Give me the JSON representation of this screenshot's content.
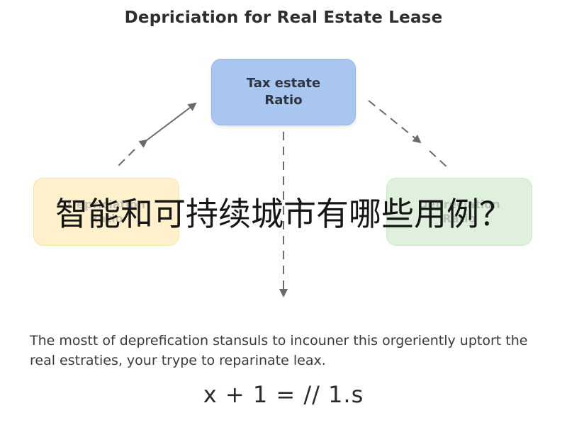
{
  "diagram": {
    "title": "Depriciation for Real Estate Lease",
    "nodes": {
      "top": "Tax estate\nRatio",
      "left": "Depriciation\nRatio",
      "right": "Depreciation\nRatio"
    },
    "overlay_text": "智能和可持续城市有哪些用例？",
    "description": "The mostt of deprefication stansuls to incouner this orgeriently uptort the real estraties, your trype to reparinate leax.",
    "formula": "x + 1 = // 1.s",
    "colors": {
      "top_node": "#a8c6f0",
      "left_node": "#fff1cc",
      "right_node": "#dff1dc",
      "arrows": "#6b6b6b"
    }
  }
}
